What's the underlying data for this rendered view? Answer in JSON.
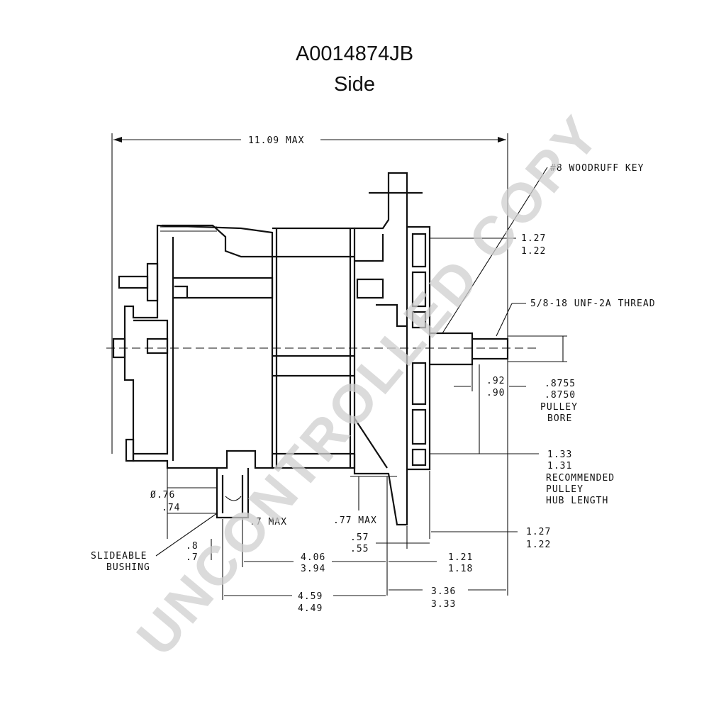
{
  "title": {
    "part_number": "A0014874JB",
    "view": "Side"
  },
  "callouts": {
    "overall_length": "11.09 MAX",
    "woodruff_key": "#8 WOODRUFF KEY",
    "thread": "5/8-18 UNF-2A THREAD",
    "dim_127_122_top": [
      "1.27",
      "1.22"
    ],
    "dim_092_090": [
      ".92",
      ".90"
    ],
    "pulley_bore": [
      ".8755",
      ".8750",
      "PULLEY",
      "BORE"
    ],
    "hub_length": [
      "1.33",
      "1.31",
      "RECOMMENDED",
      "PULLEY",
      "HUB LENGTH"
    ],
    "dim_127_122_bottom": [
      "1.27",
      "1.22"
    ],
    "dim_121_118": [
      "1.21",
      "1.18"
    ],
    "dim_336_333": [
      "3.36",
      "3.33"
    ],
    "dim_057_055": [
      ".57",
      ".55"
    ],
    "dim_406_394": [
      "4.06",
      "3.94"
    ],
    "dim_459_449": [
      "4.59",
      "4.49"
    ],
    "dim_077_max": [
      ".77 MAX"
    ],
    "dim_17_max": [
      ".7 MAX"
    ],
    "dim_diameter": [
      "Ø.76",
      ".74"
    ],
    "dim_8_7": [
      ".8",
      ".7"
    ],
    "slideable_bushing": [
      "SLIDEABLE",
      "BUSHING"
    ]
  },
  "watermark": "UNCONTROLLED COPY"
}
